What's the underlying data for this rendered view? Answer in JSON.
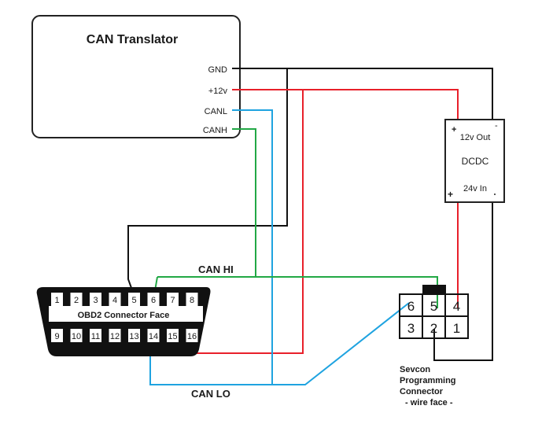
{
  "translator": {
    "title": "CAN Translator",
    "pins": {
      "gnd": "GND",
      "v12": "+12v",
      "canl": "CANL",
      "canh": "CANH"
    }
  },
  "dcdc": {
    "title": "DCDC",
    "out_label": "12v Out",
    "in_label": "24v In",
    "plus": "+",
    "minus": "-"
  },
  "obd2": {
    "label": "OBD2 Connector Face",
    "top_pins": [
      "1",
      "2",
      "3",
      "4",
      "5",
      "6",
      "7",
      "8"
    ],
    "bottom_pins": [
      "9",
      "10",
      "11",
      "12",
      "13",
      "14",
      "15",
      "16"
    ]
  },
  "sevcon": {
    "top_pins": [
      "6",
      "5",
      "4"
    ],
    "bottom_pins": [
      "3",
      "2",
      "1"
    ],
    "caption_lines": [
      "Sevcon",
      "Programming",
      "Connector",
      "- wire face -"
    ]
  },
  "wire_labels": {
    "can_hi": "CAN HI",
    "can_lo": "CAN LO"
  },
  "colors": {
    "gnd": "#111111",
    "v12": "#e8202a",
    "canl": "#1fa3e0",
    "canh": "#22a845"
  }
}
